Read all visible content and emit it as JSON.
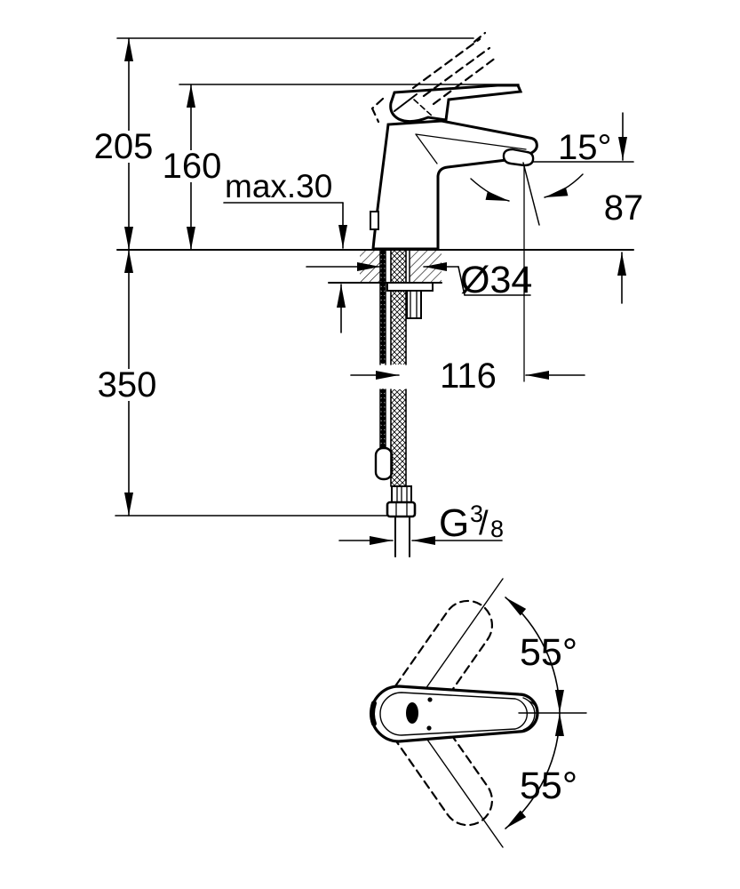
{
  "drawing": {
    "type": "technical-dimension-drawing",
    "subject": "single-lever basin mixer faucet, side section view and top view",
    "units_implied": "mm",
    "line_color": "#000000",
    "background": "#ffffff"
  },
  "dims": {
    "overall_height": "205",
    "lever_height": "160",
    "max_deck": "max.30",
    "spout_angle": "15°",
    "outlet_height": "87",
    "hole_dia": "Ø34",
    "below_length": "350",
    "projection": "116",
    "thread_g": "G",
    "thread_num": "3",
    "thread_slash": "/",
    "thread_den": "8",
    "swivel_top": "55°",
    "swivel_bottom": "55°"
  }
}
